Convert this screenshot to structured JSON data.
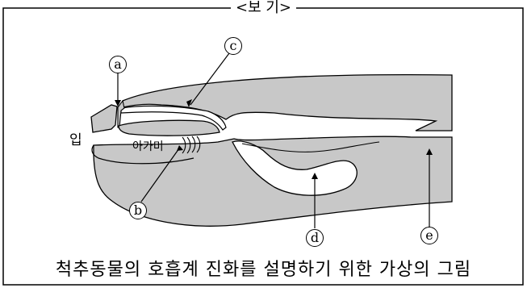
{
  "box_title": "<보 기>",
  "caption": "척추동물의 호흡계 진화를 설명하기 위한 가상의 그림",
  "labels": {
    "mouth": "입",
    "gill": "아가미",
    "a": "a",
    "b": "b",
    "c": "c",
    "d": "d",
    "e": "e"
  }
}
